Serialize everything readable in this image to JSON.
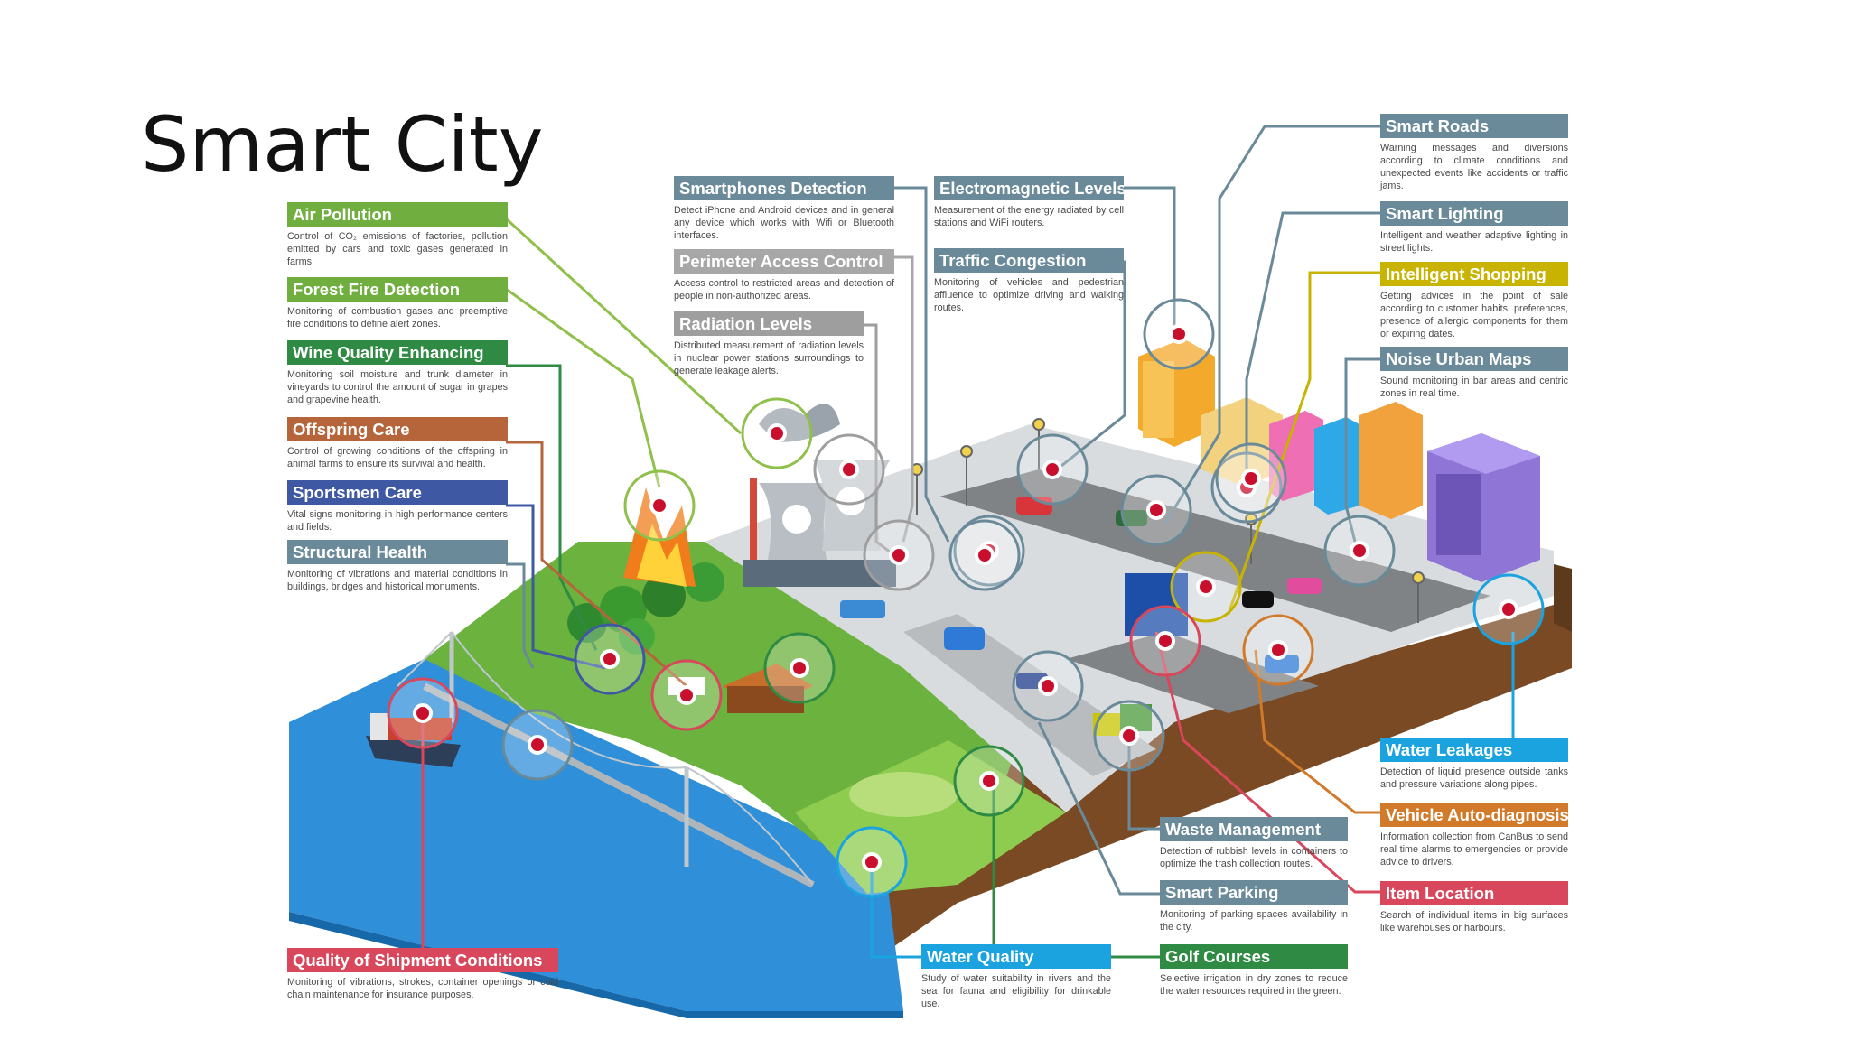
{
  "title": "Smart City",
  "colors": {
    "green": "#6fae3f",
    "darkgreen": "#2f8a43",
    "brown": "#b6653a",
    "blue": "#3f58a4",
    "steel": "#6a8a9a",
    "gray": "#9e9e9e",
    "cyan": "#1aa3de",
    "yellow": "#c7b300",
    "orange": "#d07a2a",
    "red": "#d8475c",
    "water": "#1f8bd6",
    "ground": "#6bb23e",
    "road": "#cfd3d6",
    "soil": "#7a4a24"
  },
  "callouts": [
    {
      "title": "Air Pollution",
      "desc": "Control of CO₂ emissions of factories, pollution emitted by cars and toxic gases generated in farms.",
      "color": "#6fae3f"
    },
    {
      "title": "Forest Fire Detection",
      "desc": "Monitoring of combustion gases and preemptive fire conditions to define alert zones.",
      "color": "#6fae3f"
    },
    {
      "title": "Wine Quality Enhancing",
      "desc": "Monitoring soil moisture and trunk diameter in vineyards to control the amount of sugar in grapes and grapevine health.",
      "color": "#2f8a43"
    },
    {
      "title": "Offspring Care",
      "desc": "Control of growing conditions of the offspring in animal farms to ensure its survival and health.",
      "color": "#b6653a"
    },
    {
      "title": "Sportsmen Care",
      "desc": "Vital signs monitoring in high performance centers and fields.",
      "color": "#3f58a4"
    },
    {
      "title": "Structural Health",
      "desc": "Monitoring of vibrations and material conditions in buildings, bridges and historical monuments.",
      "color": "#6a8a9a"
    },
    {
      "title": "Quality of Shipment Conditions",
      "desc": "Monitoring of vibrations, strokes, container openings or cold chain maintenance for insurance purposes.",
      "color": "#d8475c"
    },
    {
      "title": "Smartphones Detection",
      "desc": "Detect iPhone and Android devices and in general any device which works with Wifi or Bluetooth interfaces.",
      "color": "#6a8a9a"
    },
    {
      "title": "Perimeter Access Control",
      "desc": "Access control to restricted areas and detection of people in non-authorized areas.",
      "color": "#a7a7a7"
    },
    {
      "title": "Radiation Levels",
      "desc": "Distributed measurement of radiation levels in nuclear power stations surroundings to generate leakage alerts.",
      "color": "#9e9e9e"
    },
    {
      "title": "Electromagnetic Levels",
      "desc": "Measurement of the energy radiated by cell stations and WiFi routers.",
      "color": "#6a8a9a"
    },
    {
      "title": "Traffic Congestion",
      "desc": "Monitoring of vehicles and pedestrian affluence to optimize driving and walking routes.",
      "color": "#6a8a9a"
    },
    {
      "title": "Smart Roads",
      "desc": "Warning messages and diversions according to climate conditions and unexpected events like accidents or traffic jams.",
      "color": "#6a8a9a"
    },
    {
      "title": "Smart Lighting",
      "desc": "Intelligent and weather adaptive lighting in street lights.",
      "color": "#6a8a9a"
    },
    {
      "title": "Intelligent Shopping",
      "desc": "Getting advices in the point of sale according to customer habits, preferences, presence of allergic components for them or expiring dates.",
      "color": "#c7b300"
    },
    {
      "title": "Noise Urban Maps",
      "desc": "Sound monitoring in bar areas and centric zones in real time.",
      "color": "#6a8a9a"
    },
    {
      "title": "Water Leakages",
      "desc": "Detection of liquid presence outside tanks and pressure variations along pipes.",
      "color": "#1aa3de"
    },
    {
      "title": "Vehicle Auto-diagnosis",
      "desc": "Information collection from CanBus to send real time alarms to emergencies or provide advice to drivers.",
      "color": "#d07a2a"
    },
    {
      "title": "Item Location",
      "desc": "Search of individual items in big surfaces like warehouses or harbours.",
      "color": "#d8475c"
    },
    {
      "title": "Waste Management",
      "desc": "Detection of rubbish levels in containers to optimize the trash collection routes.",
      "color": "#6a8a9a"
    },
    {
      "title": "Smart Parking",
      "desc": "Monitoring of parking spaces availability in the city.",
      "color": "#6a8a9a"
    },
    {
      "title": "Golf Courses",
      "desc": "Selective irrigation in dry zones to reduce the water resources required in the green.",
      "color": "#2f8a43"
    },
    {
      "title": "Water Quality",
      "desc": "Study of water suitability in rivers and the sea for fauna and eligibility for drinkable use.",
      "color": "#1aa3de"
    }
  ],
  "icons": [
    "factory-icon",
    "fire-icon",
    "nuclear-plant-icon",
    "building-icon",
    "bridge-icon",
    "ship-icon",
    "car-icon",
    "sensor-icon"
  ]
}
